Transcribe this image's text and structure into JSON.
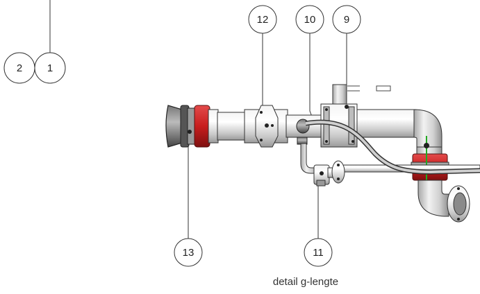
{
  "drawing": {
    "caption": "detail g-lengte",
    "callouts": [
      {
        "id": "c2",
        "label": "2"
      },
      {
        "id": "c1",
        "label": "1"
      },
      {
        "id": "c12",
        "label": "12"
      },
      {
        "id": "c10",
        "label": "10"
      },
      {
        "id": "c9",
        "label": "9"
      },
      {
        "id": "c13",
        "label": "13"
      },
      {
        "id": "c11",
        "label": "11"
      }
    ],
    "colors": {
      "flange_red": "#cc2222",
      "pipe_grey": "#d6d6d6",
      "outline": "#333333",
      "marker_green": "#22aa22"
    }
  }
}
